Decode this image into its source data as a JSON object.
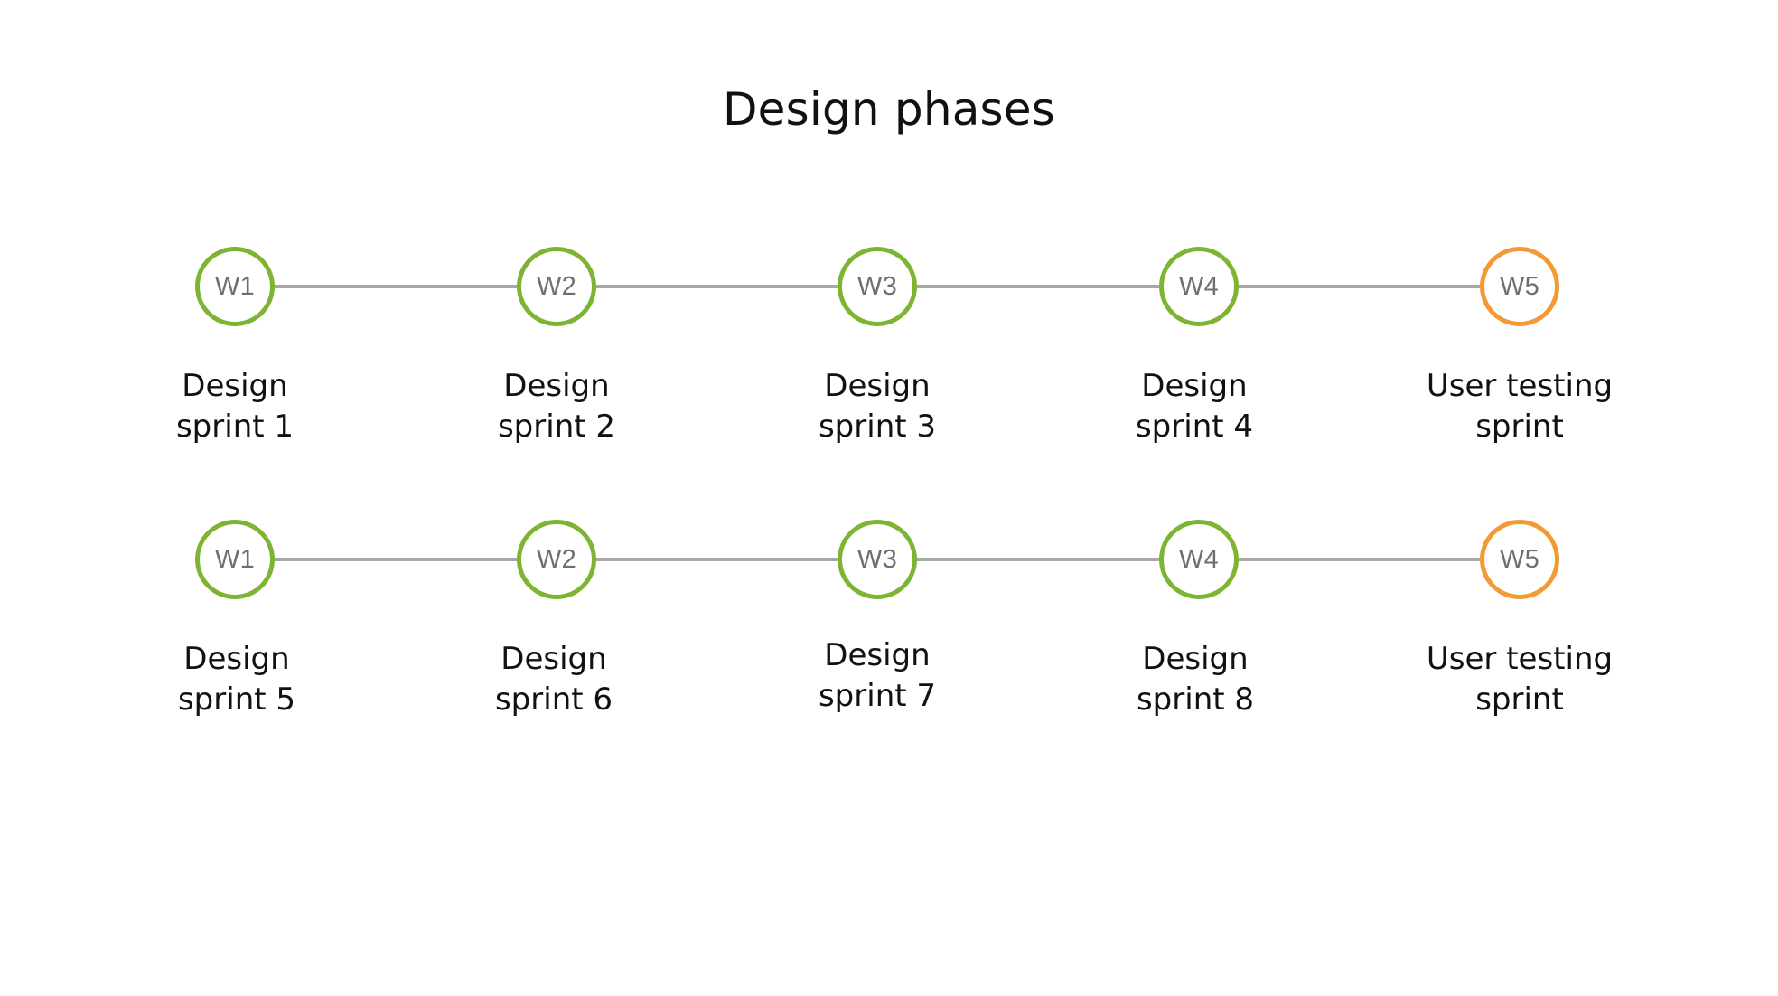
{
  "title": "Design phases",
  "colors": {
    "sprint_ring": "#7db532",
    "testing_ring": "#f49a35",
    "connector": "#a7a7a7",
    "node_text": "#6f6f6f"
  },
  "rows": [
    {
      "steps": [
        {
          "week": "W1",
          "label_line1": "Design",
          "label_line2": "sprint 1",
          "kind": "design"
        },
        {
          "week": "W2",
          "label_line1": "Design",
          "label_line2": "sprint 2",
          "kind": "design"
        },
        {
          "week": "W3",
          "label_line1": "Design",
          "label_line2": "sprint 3",
          "kind": "design"
        },
        {
          "week": "W4",
          "label_line1": "Design",
          "label_line2": "sprint 4",
          "kind": "design"
        },
        {
          "week": "W5",
          "label_line1": "User testing",
          "label_line2": "sprint",
          "kind": "testing"
        }
      ]
    },
    {
      "steps": [
        {
          "week": "W1",
          "label_line1": "Design",
          "label_line2": "sprint 5",
          "kind": "design"
        },
        {
          "week": "W2",
          "label_line1": "Design",
          "label_line2": "sprint 6",
          "kind": "design"
        },
        {
          "week": "W3",
          "label_line1": "Design",
          "label_line2": "sprint 7",
          "kind": "design"
        },
        {
          "week": "W4",
          "label_line1": "Design",
          "label_line2": "sprint 8",
          "kind": "design"
        },
        {
          "week": "W5",
          "label_line1": "User testing",
          "label_line2": "sprint",
          "kind": "testing"
        }
      ]
    }
  ]
}
